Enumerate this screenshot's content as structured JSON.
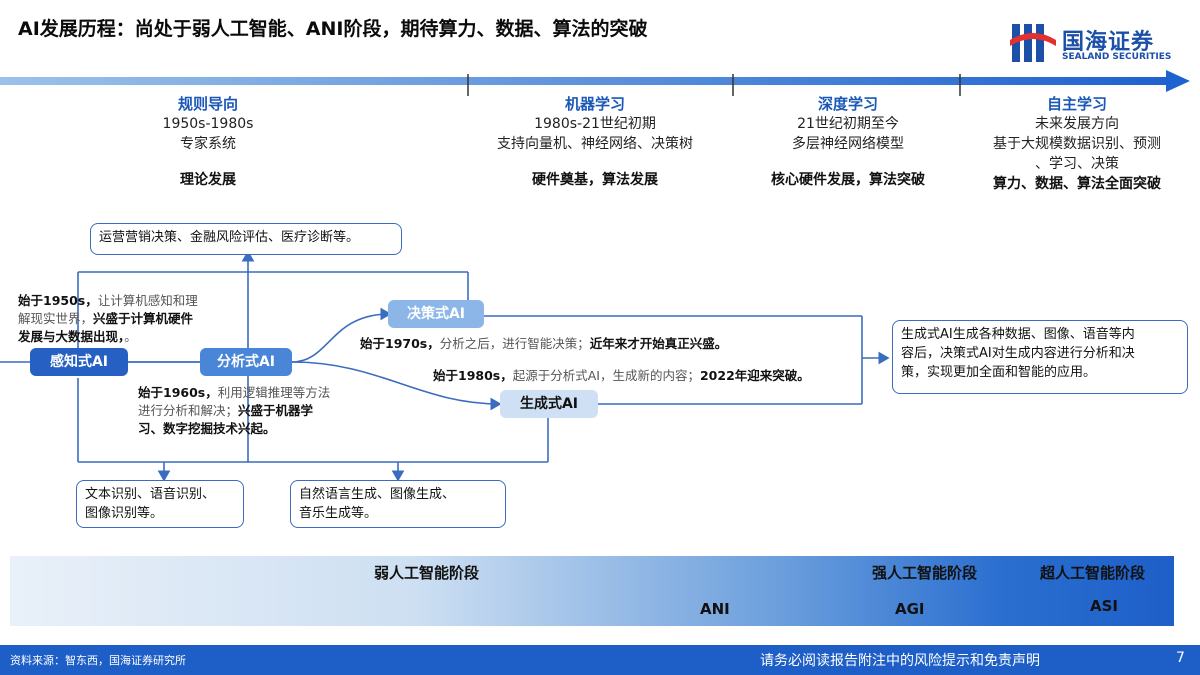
{
  "header": {
    "title": "AI发展历程：尚处于弱人工智能、ANI阶段，期待算力、数据、算法的突破",
    "logo_text": "国海证券",
    "logo_sub": "SEALAND SECURITIES"
  },
  "phases": [
    {
      "name": "规则导向",
      "period": "1950s-1980s",
      "desc": "专家系统",
      "desc2": "",
      "key": "理论发展"
    },
    {
      "name": "机器学习",
      "period": "1980s-21世纪初期",
      "desc": "支持向量机、神经网络、决策树",
      "desc2": "",
      "key": "硬件奠基，算法发展"
    },
    {
      "name": "深度学习",
      "period": "21世纪初期至今",
      "desc": "多层神经网络模型",
      "desc2": "",
      "key": "核心硬件发展，算法突破"
    },
    {
      "name": "自主学习",
      "period": "未来发展方向",
      "desc": "基于大规模数据识别、预测",
      "desc2": "、学习、决策",
      "key": "算力、数据、算法全面突破"
    }
  ],
  "diagram": {
    "box_top": "运营营销决策、金融风险评估、医疗诊断等。",
    "box_bottom_left": [
      "文本识别、语音识别、",
      "图像识别等。"
    ],
    "box_bottom_mid": [
      "自然语言生成、图像生成、",
      "音乐生成等。"
    ],
    "box_right": [
      "生成式AI生成各种数据、图像、语音等内",
      "容后，决策式AI对生成内容进行分析和决",
      "策，实现更加全面和智能的应用。"
    ],
    "node_perception": "感知式AI",
    "node_analysis": "分析式AI",
    "node_decision": "决策式AI",
    "node_generative": "生成式AI",
    "note_perception": {
      "l1_bold": "始于1950s，",
      "l1_rest": "让计算机感知和理",
      "l2_rest": "解现实世界，",
      "l2_bold": "兴盛于计算机硬件",
      "l3_bold": "发展与大数据出现，",
      "l3_rest": "。"
    },
    "note_analysis": {
      "l1_bold": "始于1960s，",
      "l1_rest": "利用逻辑推理等方法",
      "l2_rest": "进行分析和解决；",
      "l2_bold": "兴盛于机器学",
      "l3_bold": "习、数字挖掘技术兴起。"
    },
    "note_decision": {
      "bold1": "始于1970s，",
      "rest": "分析之后，进行智能决策；",
      "bold2": "近年来才开始真正兴盛。"
    },
    "note_generative": {
      "bold1": "始于1980s，",
      "rest": "起源于分析式AI，生成新的内容；",
      "bold2": "2022年迎来突破。"
    }
  },
  "stages": {
    "weak": "弱人工智能阶段",
    "strong": "强人工智能阶段",
    "super": "超人工智能阶段",
    "ani": "ANI",
    "agi": "AGI",
    "asi": "ASI"
  },
  "footer": {
    "source": "资料来源：智东西，国海证券研究所",
    "disclaimer": "请务必阅读报告附注中的风险提示和免责声明",
    "page": "7"
  },
  "colors": {
    "brand_blue": "#1e5ec7",
    "node_dark": "#2660c2",
    "node_mid": "#4a86d8",
    "node_light": "#cfe0f5",
    "line_blue": "#3a6cbf"
  }
}
